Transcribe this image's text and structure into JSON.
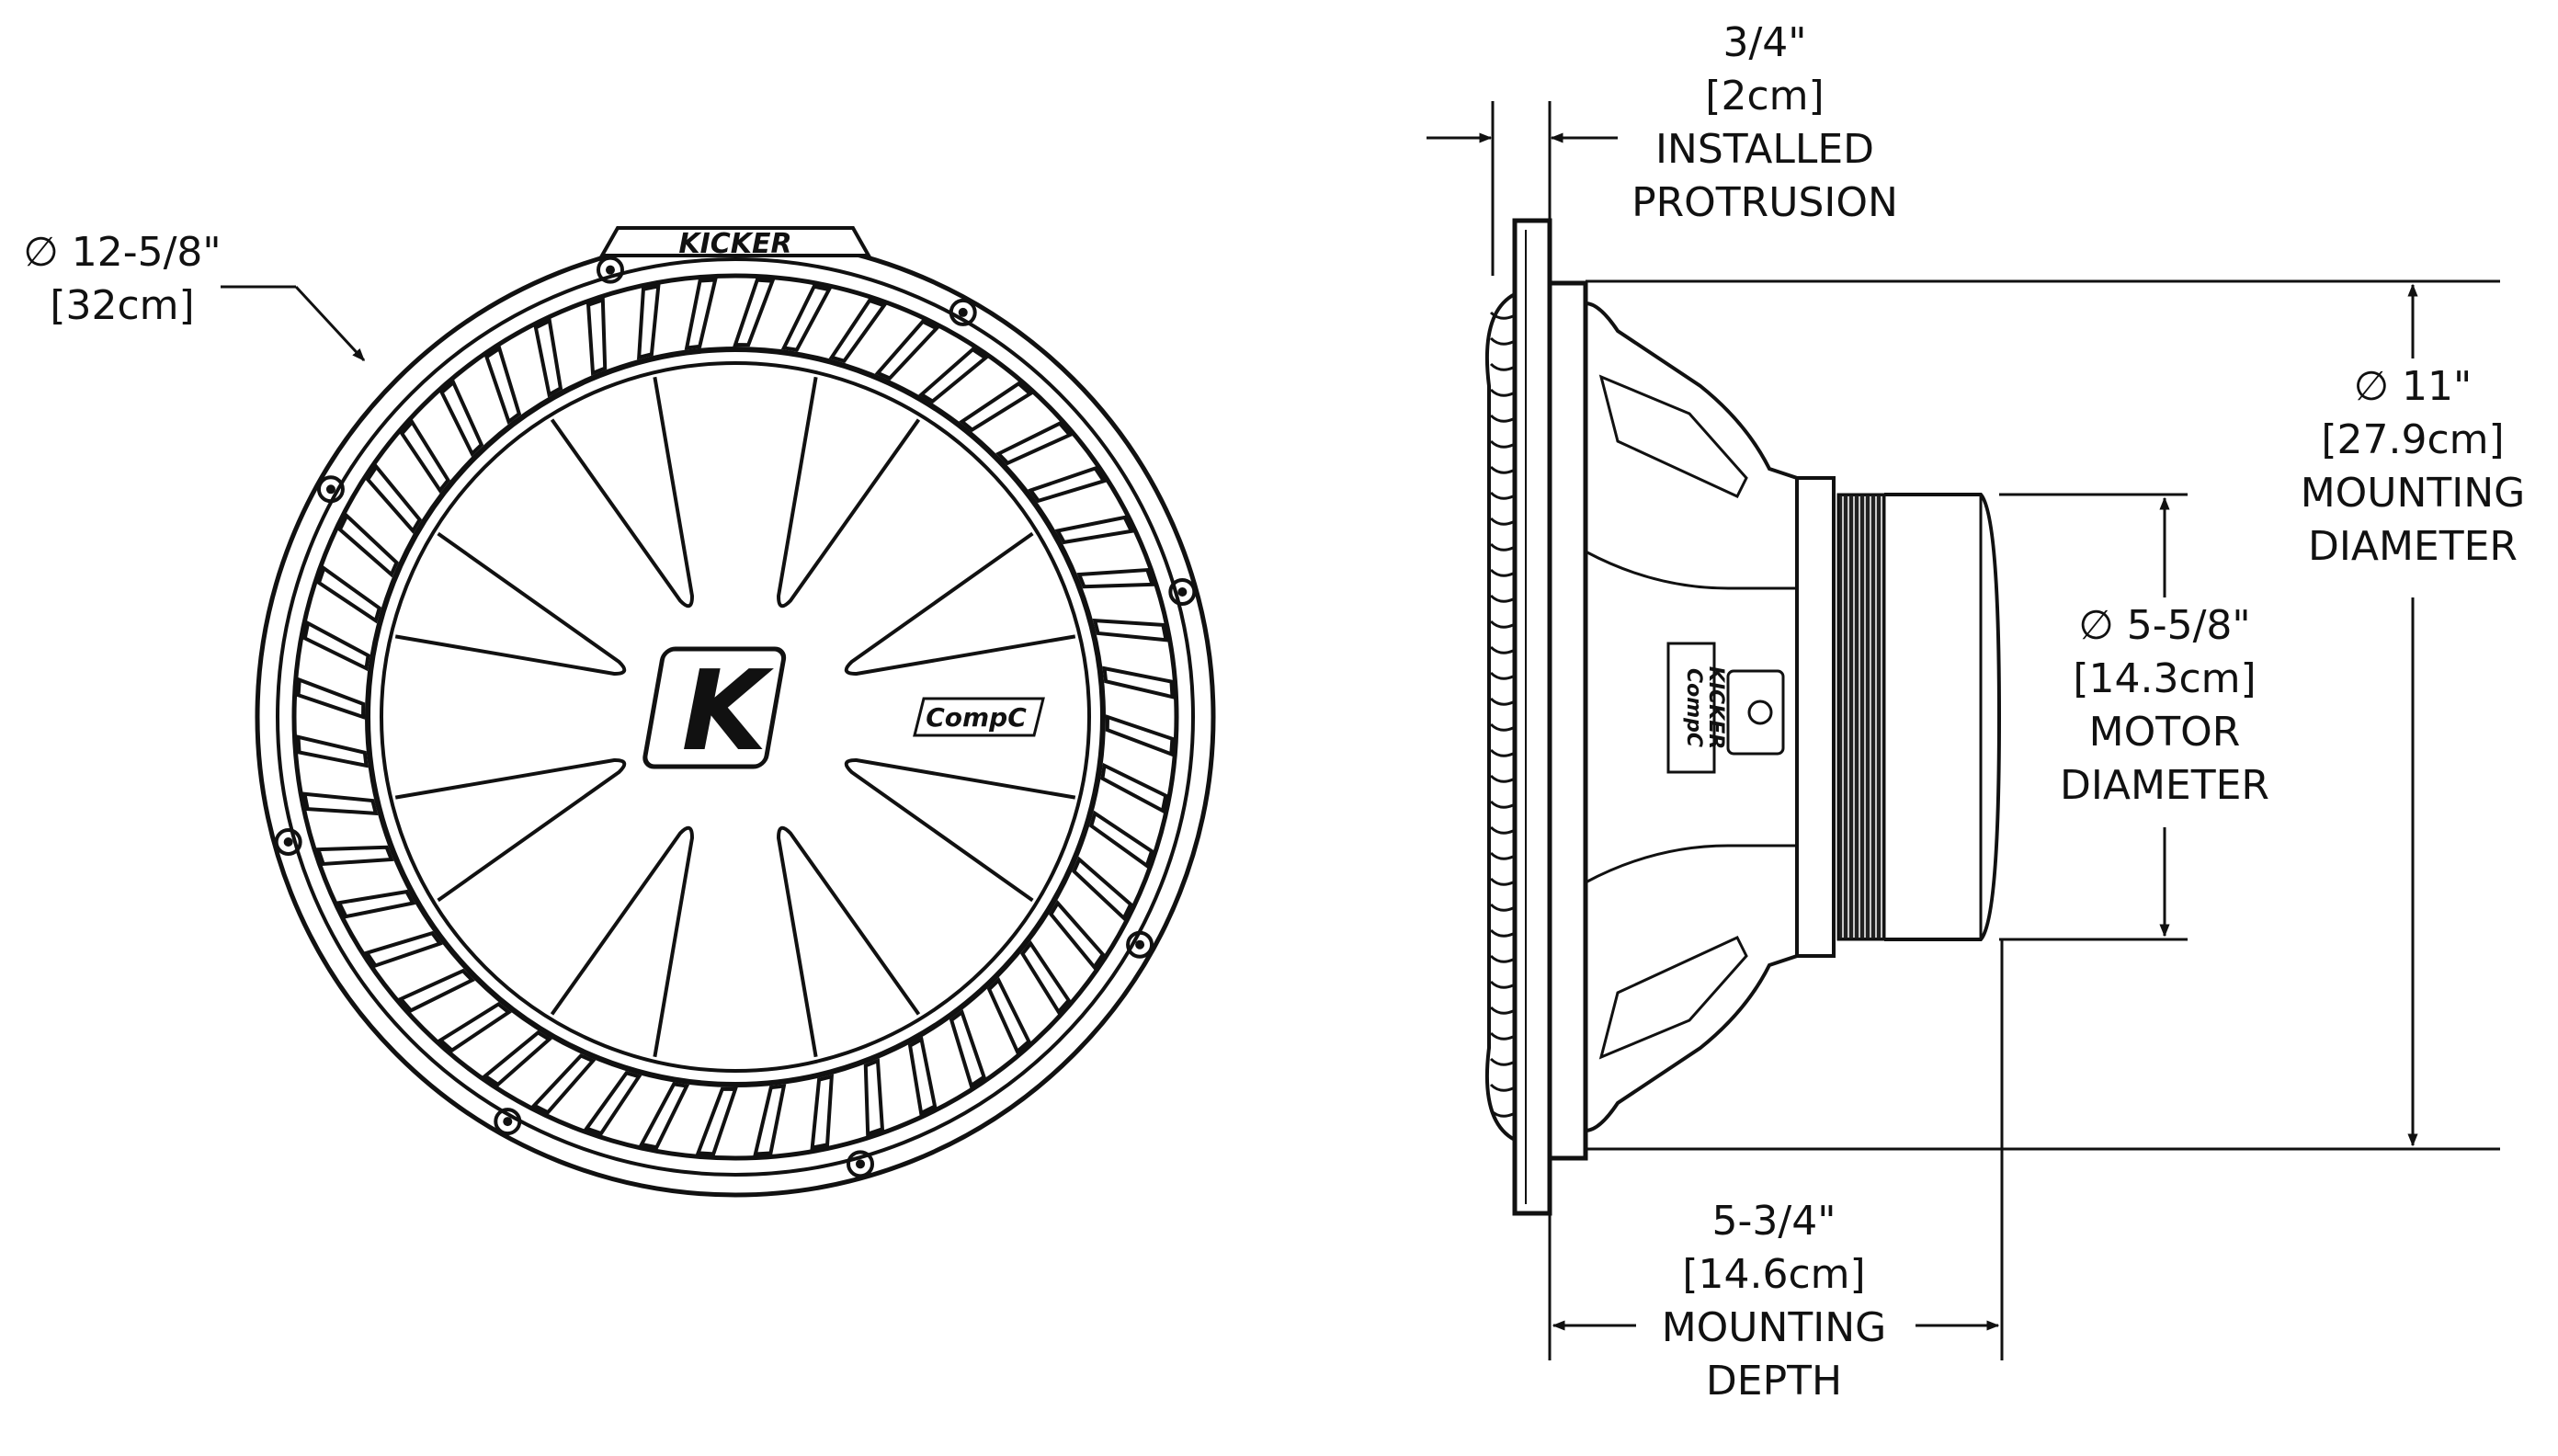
{
  "colors": {
    "line": "#111111",
    "fill_dark": "#222222",
    "background": "#ffffff"
  },
  "front_view": {
    "brand_ring_text": "KICKER",
    "center_logo": "K",
    "model_badge": "CompC",
    "dimension": {
      "value": "12-5/8\"",
      "metric": "[32cm]",
      "symbol": "∅"
    }
  },
  "side_view": {
    "magnet_labels": [
      "CompC",
      "KICKER"
    ]
  },
  "dimensions": {
    "protrusion": {
      "value": "3/4\"",
      "metric": "[2cm]",
      "line1": "INSTALLED",
      "line2": "PROTRUSION"
    },
    "mounting_diameter": {
      "symbol": "∅",
      "value": "11\"",
      "metric": "[27.9cm]",
      "line1": "MOUNTING",
      "line2": "DIAMETER"
    },
    "motor_diameter": {
      "symbol": "∅",
      "value": "5-5/8\"",
      "metric": "[14.3cm]",
      "line1": "MOTOR",
      "line2": "DIAMETER"
    },
    "mounting_depth": {
      "value": "5-3/4\"",
      "metric": "[14.6cm]",
      "line1": "MOUNTING",
      "line2": "DEPTH"
    }
  }
}
